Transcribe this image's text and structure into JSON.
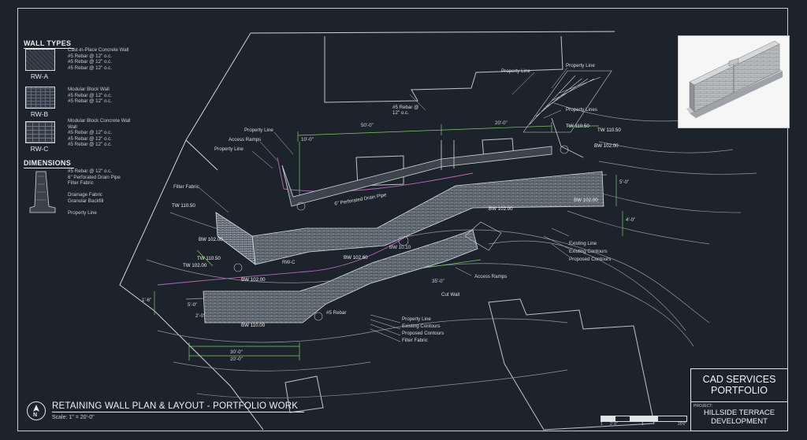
{
  "legend": {
    "wall_types_heading": "WALL TYPES",
    "rw_a": {
      "label": "RW-A",
      "notes": "Cast-in-Place Concrete Wall\n#5 Rebar @ 12\" o.c.\n#5 Rebar @ 12\" o.c.\n#5 Rebar @ 12\" o.c."
    },
    "rw_b": {
      "label": "RW-B",
      "notes": "Modular Block Wall\n#5 Rebar @ 12\" o.c.\n#5 Rebar @ 12\" o.c."
    },
    "rw_c": {
      "label": "RW-C",
      "notes": "Modular Block Concrete Wall\nWall\n#5 Rebar @ 12\" o.c.\n#5 Rebar @ 12\" o.c.\n#5 Rebar @ 12\" o.c."
    },
    "dimensions_heading": "DIMENSIONS",
    "dim_notes": "#5 Rebar @ 12\" o.c.\n6\" Perforated Drain Pipe\nFilter Fabric\n\nDrainage Fabric\nGranular Backfill\n\nProperty Line"
  },
  "annotations": {
    "property_line_top": "Property Line",
    "property_line_right": "Property Line",
    "property_line_mid": "Property Line",
    "property_line_left": "Property Line",
    "property_line_bottom": "Property Line",
    "property_lines": "Property Lines",
    "rebar_note": "#5 Rebar @\n12\" o.c.",
    "access_ramps_top": "Access Ramps",
    "access_ramps_bottom": "Access Ramps",
    "filter_fabric_left": "Filter Fabric",
    "filter_fabric_bottom": "Filter Fabric",
    "drain_pipe": "6\" Perforated Drain Pipe",
    "existing_line": "Existing Line",
    "existing_contours_right": "Existing Contours",
    "proposed_contours_right": "Proposed Contours",
    "existing_contours_bottom": "Existing Contours",
    "proposed_contours_bottom": "Proposed Contours",
    "cut_wall": "Cut Wall",
    "rw_c_tag": "RW-C",
    "rebar_small": "#5 Rebar",
    "bw_note_mid": "BW 10.10"
  },
  "elevations": {
    "tw_110_50_right": "TW 110.50",
    "tw_110_50_top": "TW 110.50",
    "bw_102_00_top": "BW 102.00",
    "bw_102_00_right": "BW 102.00",
    "bw_102_00_mid": "BW 102.00",
    "tw_110_50_left": "TW 110.50",
    "bw_102_00_left": "BW 102.00",
    "tw_110_50_low": "TW 110.50",
    "tw_102_00": "TW 102.00",
    "bw_102_60": "BW 102.60",
    "bw_102_00_bottom": "BW 102.00",
    "bw_110_00": "BW 110.00"
  },
  "dimensions": {
    "top_50": "50'-0\"",
    "top_20": "20'-0\"",
    "left_10": "10'-0\"",
    "small_2": "2'-0\"",
    "bot_30a": "30'-0\"",
    "bot_20": "20'-0\"",
    "mid_35": "35'-0\"",
    "right_5": "5'-0\"",
    "right_4": "4'-0\"",
    "left_1": "1'-6\"",
    "left_5": "5'-0\""
  },
  "title_block": {
    "company": "CAD SERVICES\nPORTFOLIO",
    "project_label": "PROJECT:",
    "project_name": "HILLSIDE TERRACE\nDEVELOPMENT"
  },
  "plan": {
    "title": "RETAINING WALL PLAN & LAYOUT - PORTFOLIO WORK",
    "scale": "Scale: 1\" = 20'-0\"",
    "north": "N"
  },
  "scale_bar": {
    "labels": [
      "1",
      "2' 0\"",
      "1",
      "20'0\""
    ]
  },
  "colors": {
    "background": "#1d232b",
    "linework": "#c9cdd3",
    "dimension": "#7fc96b",
    "property": "#b46ab6",
    "wall_face": "#9aa3ad"
  }
}
